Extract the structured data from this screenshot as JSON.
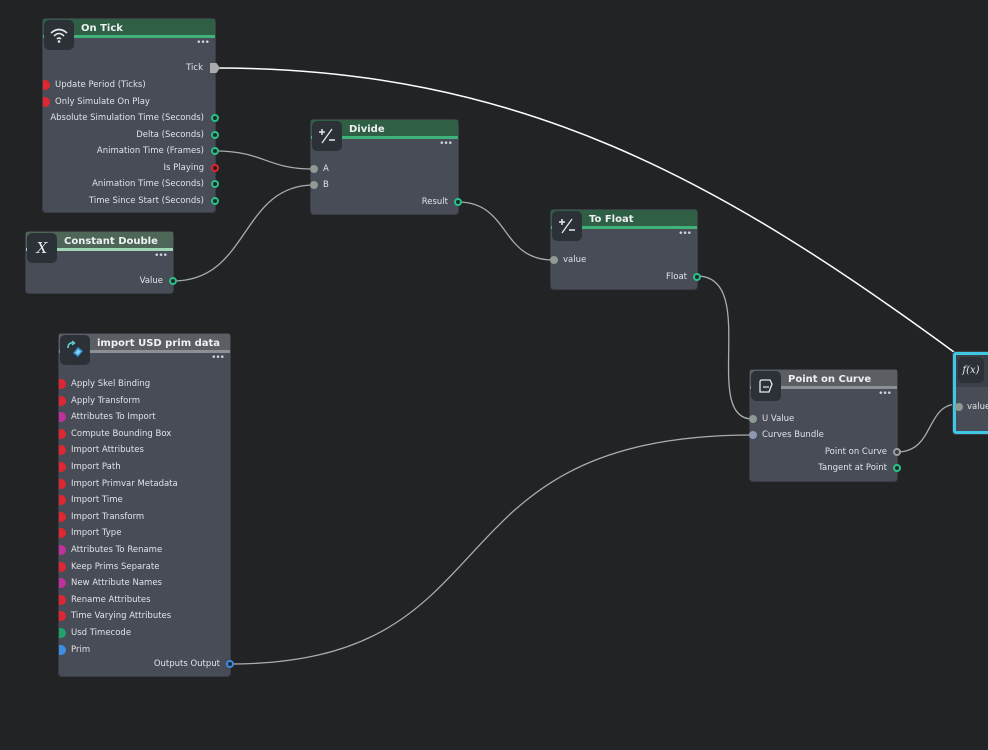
{
  "colors": {
    "background": "#222325",
    "node_body": "#484c57",
    "header_green": "#2f5f45",
    "header_accent": "#3fb37a",
    "wire": "#ffffff",
    "selected_border": "#40c7e6"
  },
  "nodes": {
    "on_tick": {
      "title": "On Tick",
      "icon": "wifi-icon",
      "exec_out": "Tick",
      "inputs": [
        "Update Period (Ticks)",
        "Only Simulate On Play"
      ],
      "outputs": [
        "Absolute Simulation Time (Seconds)",
        "Delta (Seconds)",
        "Animation Time (Frames)",
        "Is Playing",
        "Animation Time (Seconds)",
        "Time Since Start (Seconds)"
      ]
    },
    "divide": {
      "title": "Divide",
      "icon": "plus-minus-icon",
      "inputs": [
        "A",
        "B"
      ],
      "outputs": [
        "Result"
      ]
    },
    "constant_double": {
      "title": "Constant Double",
      "icon": "variable-x-icon",
      "icon_glyph": "X",
      "outputs": [
        "Value"
      ]
    },
    "to_float": {
      "title": "To Float",
      "icon": "plus-minus-icon",
      "inputs": [
        "value"
      ],
      "outputs": [
        "Float"
      ]
    },
    "import_usd": {
      "title": "import USD prim data",
      "icon": "usd-import-icon",
      "inputs": [
        "Apply Skel Binding",
        "Apply Transform",
        "Attributes To Import",
        "Compute Bounding Box",
        "Import Attributes",
        "Import Path",
        "Import Primvar Metadata",
        "Import Time",
        "Import Transform",
        "Import Type",
        "Attributes To Rename",
        "Keep Prims Separate",
        "New Attribute Names",
        "Rename Attributes",
        "Time Varying Attributes",
        "Usd Timecode",
        "Prim"
      ],
      "outputs": [
        "Outputs Output"
      ]
    },
    "point_on_curve": {
      "title": "Point on Curve",
      "icon": "curve-icon",
      "inputs": [
        "U Value",
        "Curves Bundle"
      ],
      "outputs": [
        "Point on Curve",
        "Tangent at Point"
      ]
    },
    "function_node": {
      "icon": "function-fx-icon",
      "icon_glyph": "f(x)",
      "inputs": [
        "value"
      ]
    }
  }
}
